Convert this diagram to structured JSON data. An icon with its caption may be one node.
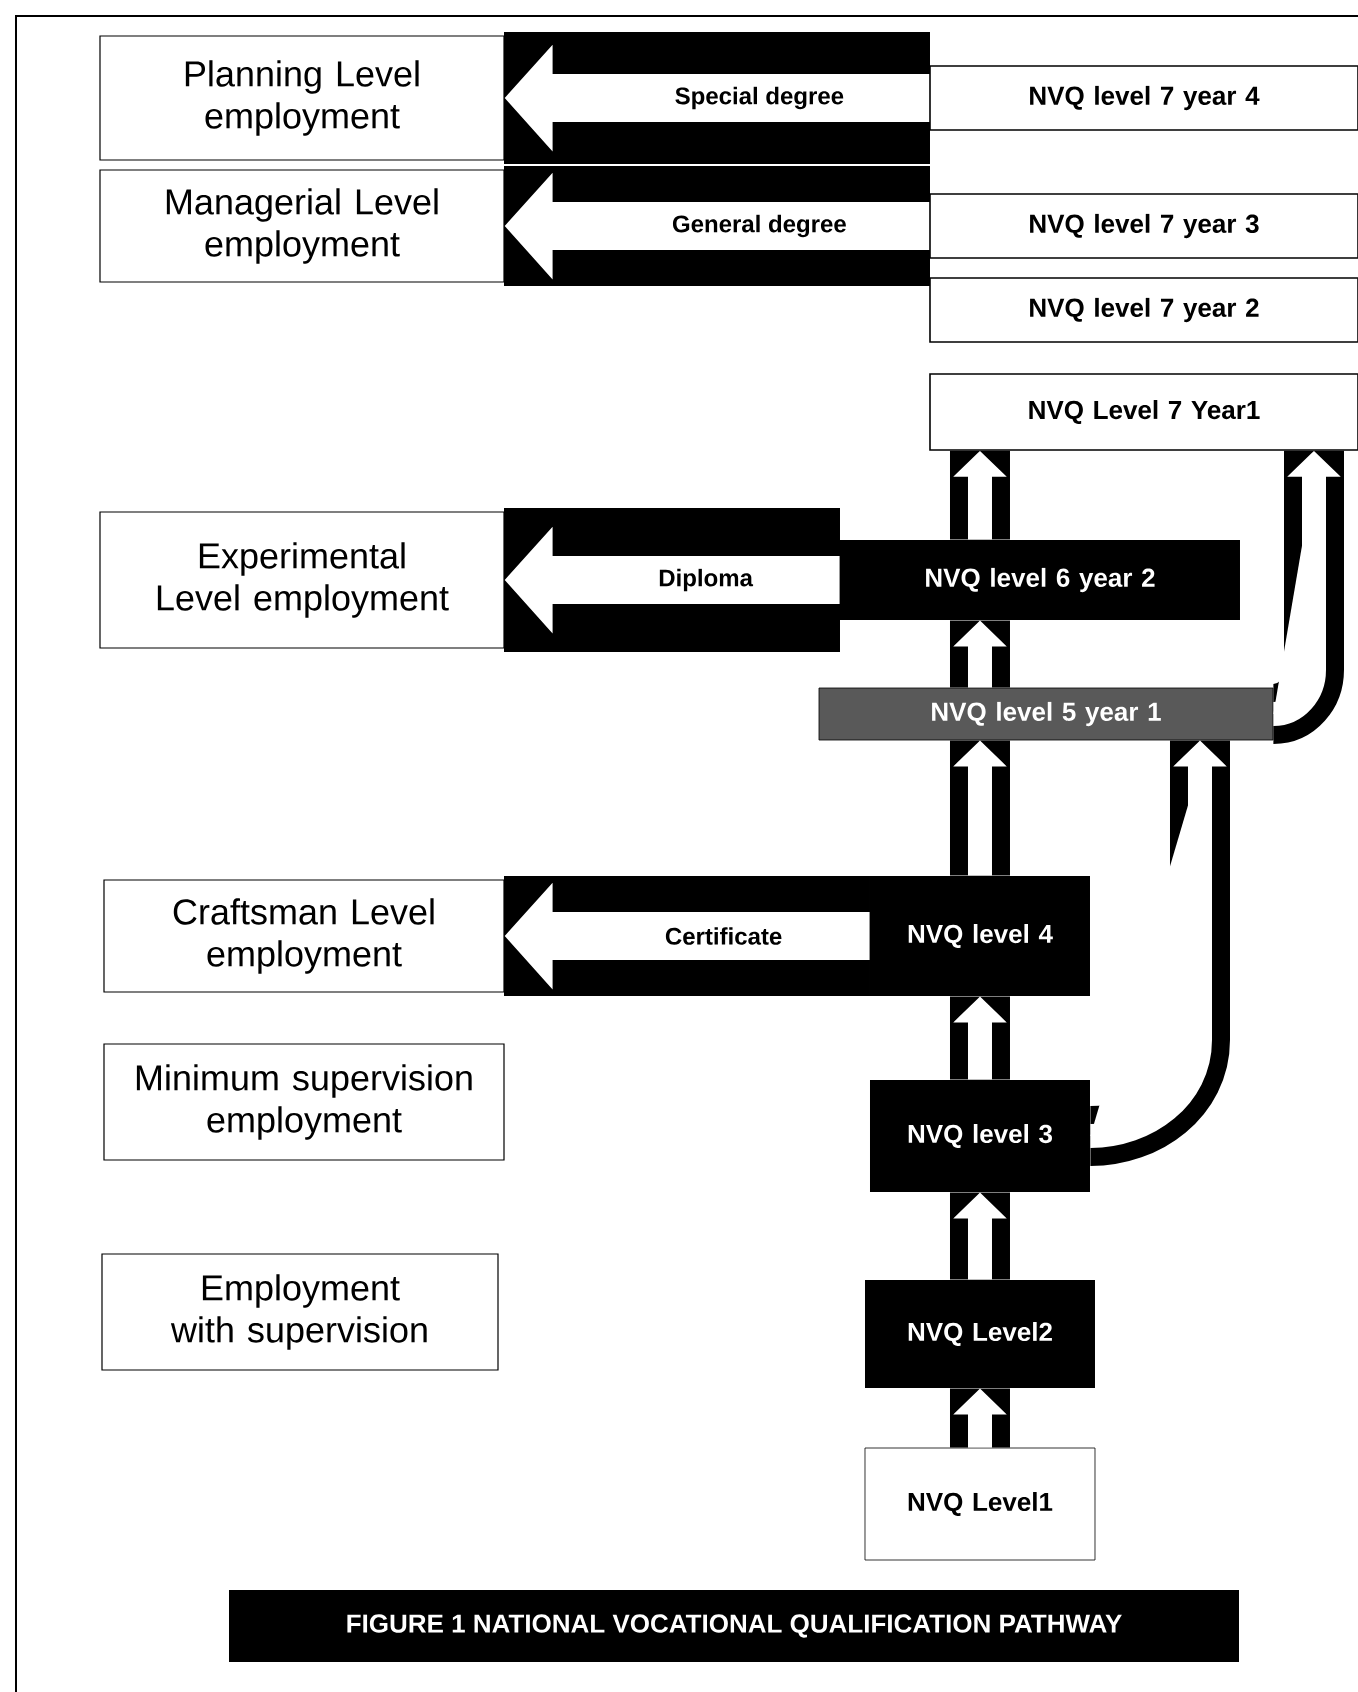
{
  "diagram": {
    "caption": "FIGURE 1 NATIONAL VOCATIONAL QUALIFICATION PATHWAY",
    "nodes": [
      {
        "text": [
          "Planning Level employment"
        ]
      },
      {
        "text": [
          "NVQ level  7 year 4"
        ]
      },
      {
        "text": [
          "Managerial Level employment"
        ]
      },
      {
        "text": [
          "NVQ level  7 year 3"
        ]
      },
      {
        "text": [
          "NVQ level  7 year 2"
        ]
      },
      {
        "text": [
          "NVQ Level 7 Year1"
        ]
      },
      {
        "text": [
          "Experimental Level employment"
        ]
      },
      {
        "text": [
          "NVQ level 6 year 2"
        ]
      },
      {
        "text": [
          "NVQ level 5 year 1"
        ]
      },
      {
        "text": [
          "Craftsman Level employment"
        ]
      },
      {
        "text": [
          "NVQ level 4"
        ]
      },
      {
        "text": [
          "Minimum supervision employment"
        ]
      },
      {
        "text": [
          "NVQ level 3"
        ]
      },
      {
        "text": [
          "Employment with supervision"
        ]
      },
      {
        "text": [
          "NVQ Level2"
        ]
      },
      {
        "text": [
          "NVQ Level1"
        ]
      }
    ],
    "edges": [
      {
        "from": 1,
        "to": 0,
        "arrow": "to",
        "label": "Special degree",
        "style": "thick"
      },
      {
        "from": 3,
        "to": 2,
        "arrow": "to",
        "label": "General degree",
        "style": "thick"
      },
      {
        "from": 7,
        "to": 6,
        "arrow": "to",
        "label": "Diploma",
        "style": "thick"
      },
      {
        "from": 10,
        "to": 9,
        "arrow": "to",
        "label": "Certificate",
        "style": "thick"
      },
      {
        "from": 15,
        "to": 14,
        "arrow": "to"
      },
      {
        "from": 14,
        "to": 12,
        "arrow": "to"
      },
      {
        "from": 12,
        "to": 10,
        "arrow": "to"
      },
      {
        "from": 10,
        "to": 8,
        "arrow": "to"
      },
      {
        "from": 8,
        "to": 7,
        "arrow": "to"
      },
      {
        "from": 7,
        "to": 5,
        "arrow": "to"
      },
      {
        "from": 12,
        "to": 8,
        "arrow": "to"
      },
      {
        "from": 8,
        "to": 5,
        "arrow": "to"
      }
    ]
  }
}
